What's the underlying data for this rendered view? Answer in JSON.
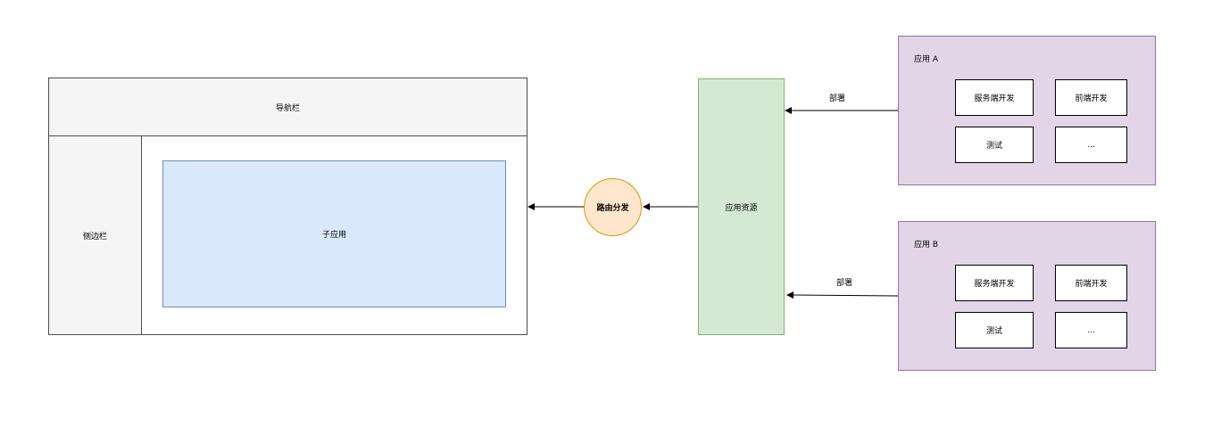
{
  "shell": {
    "navbar_label": "导航栏",
    "sidebar_label": "侧边栏",
    "subapp_label": "子应用"
  },
  "router": {
    "label": "路由分发"
  },
  "resource": {
    "label": "应用资源"
  },
  "apps": [
    {
      "title": "应用 A",
      "deploy_label": "部署",
      "tasks": [
        "服务端开发",
        "前端开发",
        "测试",
        "..."
      ]
    },
    {
      "title": "应用 B",
      "deploy_label": "部署",
      "tasks": [
        "服务端开发",
        "前端开发",
        "测试",
        "..."
      ]
    }
  ],
  "colors": {
    "navbar_fill": "#f5f5f5",
    "subapp_fill": "#dae8fc",
    "subapp_stroke": "#6c8ebf",
    "router_fill": "#ffe6cc",
    "router_stroke": "#d79b00",
    "resource_fill": "#d5e8d4",
    "resource_stroke": "#82b366",
    "app_fill": "#e1d5e7",
    "app_stroke": "#9673a6"
  }
}
